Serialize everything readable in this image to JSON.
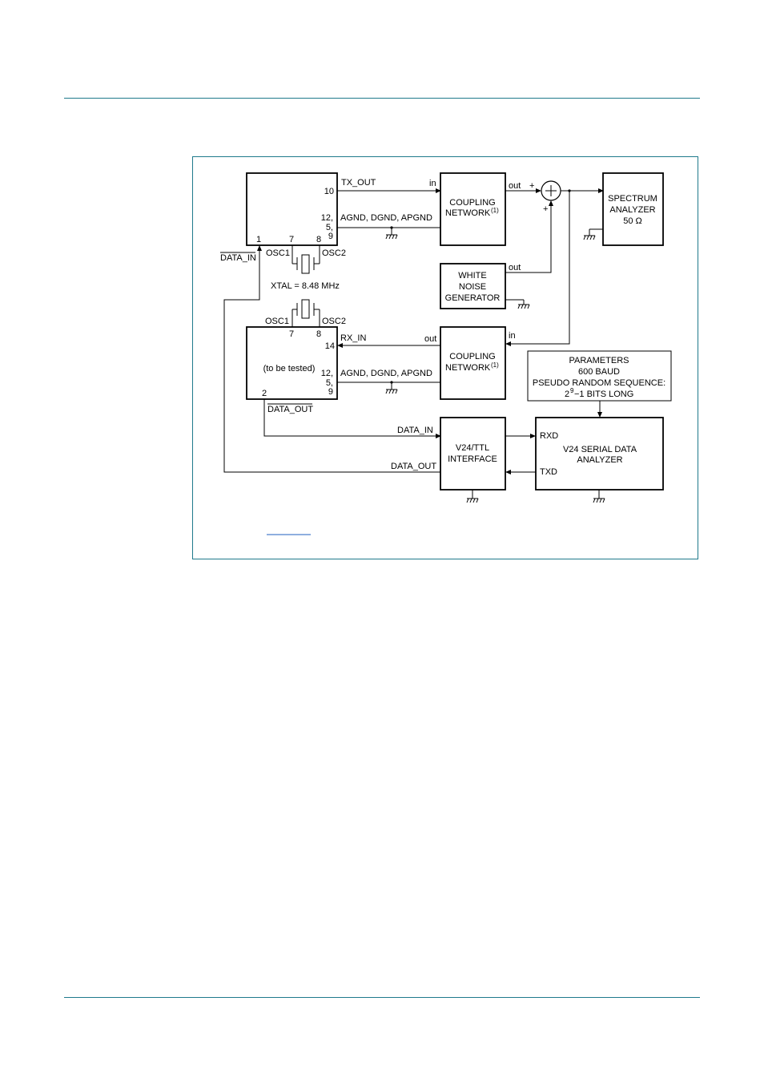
{
  "page": {
    "accent_color": "#1f7a8c",
    "footnote_link": ""
  },
  "diagram": {
    "tx_ic": {
      "pin10": "10",
      "tx_out": "TX_OUT",
      "gnd_pins": [
        "12,",
        "5,",
        "9"
      ],
      "gnd_label": "AGND, DGND, APGND",
      "pin1": "1",
      "pin7": "7",
      "pin8": "8",
      "data_in": "DATA_IN",
      "osc1": "OSC1",
      "osc2": "OSC2"
    },
    "xtal": "XTAL = 8.48 MHz",
    "rx_ic": {
      "osc1": "OSC1",
      "osc2": "OSC2",
      "pin7": "7",
      "pin8": "8",
      "rx_in": "RX_IN",
      "pin14": "14",
      "label": "(to be tested)",
      "gnd_pins": [
        "12,",
        "5,",
        "9"
      ],
      "gnd_label": "AGND, DGND, APGND",
      "pin2": "2",
      "data_out": "DATA_OUT"
    },
    "coupling1": {
      "lines": [
        "COUPLING",
        "NETWORK"
      ],
      "sup": "(1)",
      "in": "in",
      "out": "out"
    },
    "coupling2": {
      "lines": [
        "COUPLING",
        "NETWORK"
      ],
      "sup": "(1)",
      "in": "in",
      "out": "out"
    },
    "summer": {
      "plus_top": "+",
      "plus_bottom": "+"
    },
    "spectrum": {
      "lines": [
        "SPECTRUM",
        "ANALYZER",
        "50 Ω"
      ]
    },
    "noise": {
      "lines": [
        "WHITE",
        "NOISE",
        "GENERATOR"
      ],
      "out": "out"
    },
    "params": {
      "lines": [
        "PARAMETERS",
        "600 BAUD",
        "PSEUDO RANDOM SEQUENCE:"
      ],
      "last_pre": "2",
      "last_sup": "9",
      "last_post": "−1 BITS LONG"
    },
    "v24ttl": {
      "lines": [
        "V24/TTL",
        "INTERFACE"
      ],
      "data_in": "DATA_IN",
      "data_out": "DATA_OUT"
    },
    "v24sda": {
      "lines": [
        "V24 SERIAL DATA",
        "ANALYZER"
      ],
      "rxd": "RXD",
      "txd": "TXD"
    }
  }
}
